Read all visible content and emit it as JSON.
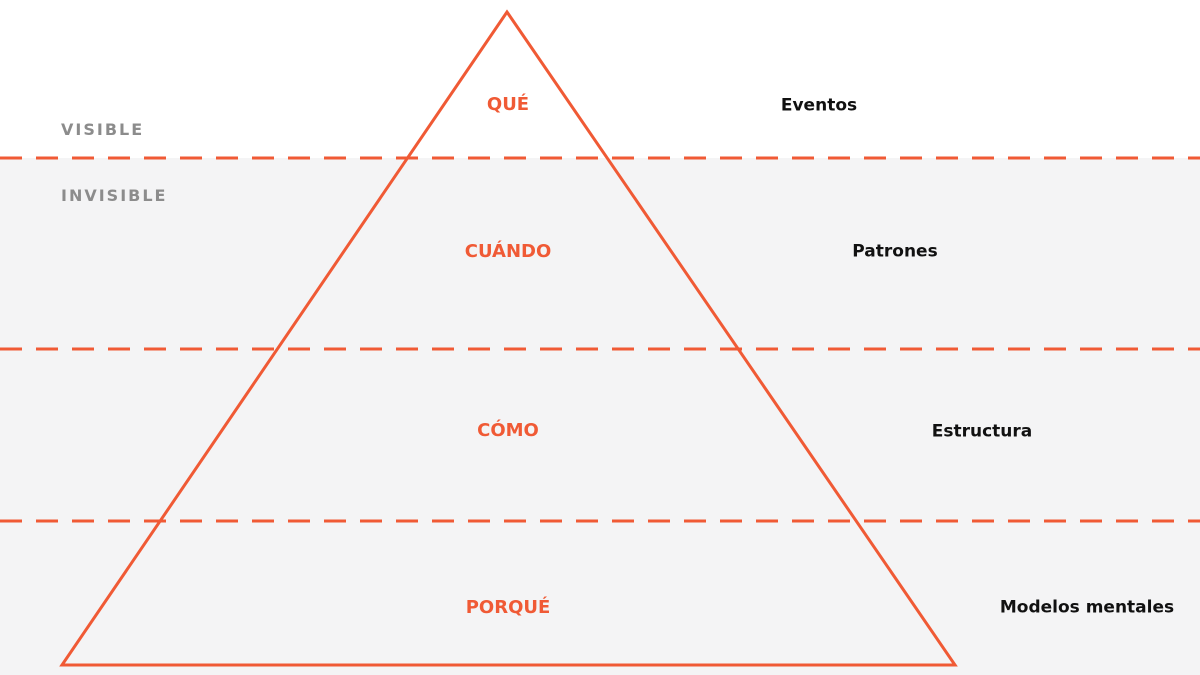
{
  "colors": {
    "accent": "#f05a35",
    "below_surface_fill": "#f4f4f5",
    "zone_label": "#8c8c8c",
    "concept_text": "#111111",
    "background": "#ffffff"
  },
  "zones": {
    "visible": "VISIBLE",
    "invisible": "INVISIBLE"
  },
  "levels": [
    {
      "label": "QUÉ",
      "concept": "Eventos"
    },
    {
      "label": "CUÁNDO",
      "concept": "Patrones"
    },
    {
      "label": "CÓMO",
      "concept": "Estructura"
    },
    {
      "label": "PORQUÉ",
      "concept": "Modelos mentales"
    }
  ]
}
